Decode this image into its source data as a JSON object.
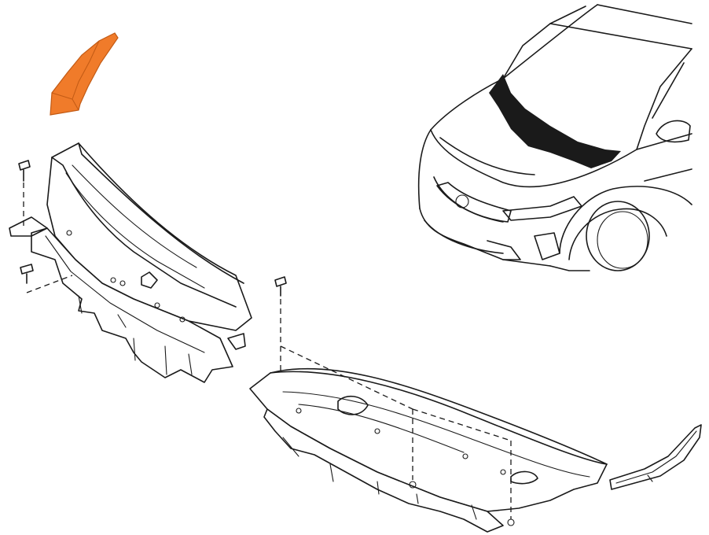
{
  "colors": {
    "highlight": "#f07b2a",
    "line": "#1a1a1a",
    "cowl_seal_area": "#1a1a1a",
    "background": "#ffffff"
  },
  "parts": [
    {
      "id": "highlighted-side-trim",
      "highlighted": true
    },
    {
      "id": "left-cowl-panel",
      "highlighted": false
    },
    {
      "id": "right-cowl-panel",
      "highlighted": false
    },
    {
      "id": "right-side-trim",
      "highlighted": false
    },
    {
      "id": "mounting-clips",
      "count": 3
    }
  ],
  "icons": [
    "clip-icon",
    "car-outline-icon"
  ]
}
